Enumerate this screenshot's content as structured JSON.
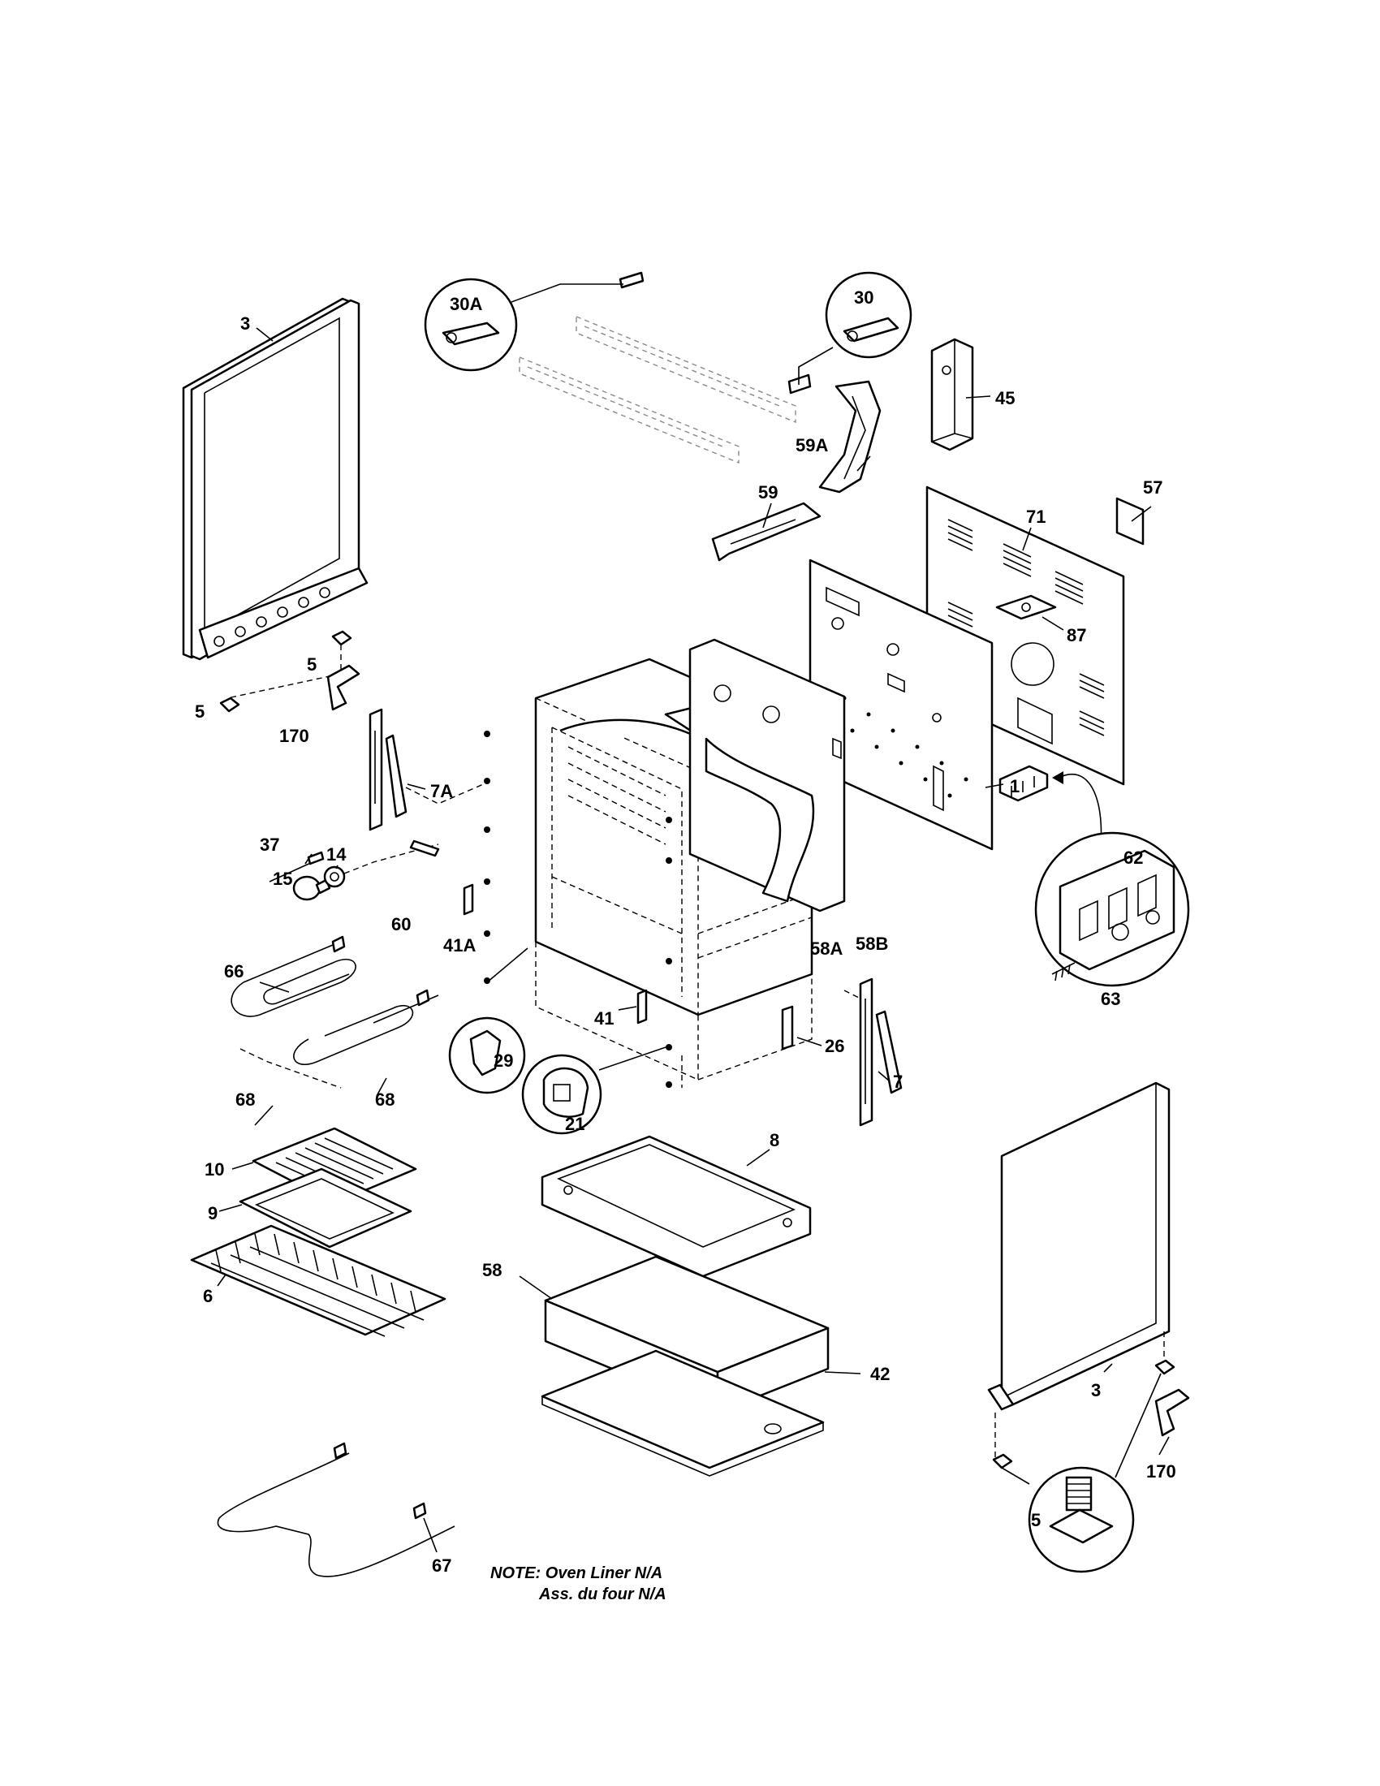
{
  "labels": {
    "p3_top": "3",
    "p30a": "30A",
    "p30": "30",
    "p45": "45",
    "p59a": "59A",
    "p59": "59",
    "p71": "71",
    "p57": "57",
    "p87": "87",
    "p5_a": "5",
    "p5_b": "5",
    "p170_top": "170",
    "p7a": "7A",
    "p37": "37",
    "p15": "15",
    "p14": "14",
    "p60": "60",
    "p41a": "41A",
    "p1": "1",
    "p62": "62",
    "p63": "63",
    "p58a": "58A",
    "p58b": "58B",
    "p66": "66",
    "p29": "29",
    "p41": "41",
    "p26": "26",
    "p7": "7",
    "p21": "21",
    "p68_a": "68",
    "p68_b": "68",
    "p8": "8",
    "p10": "10",
    "p9": "9",
    "p6": "6",
    "p58": "58",
    "p42": "42",
    "p3_bottom": "3",
    "p170_bottom": "170",
    "p5_circle": "5",
    "p67": "67"
  },
  "note": {
    "line1": "NOTE: Oven Liner N/A",
    "line2": "Ass. du four N/A"
  }
}
